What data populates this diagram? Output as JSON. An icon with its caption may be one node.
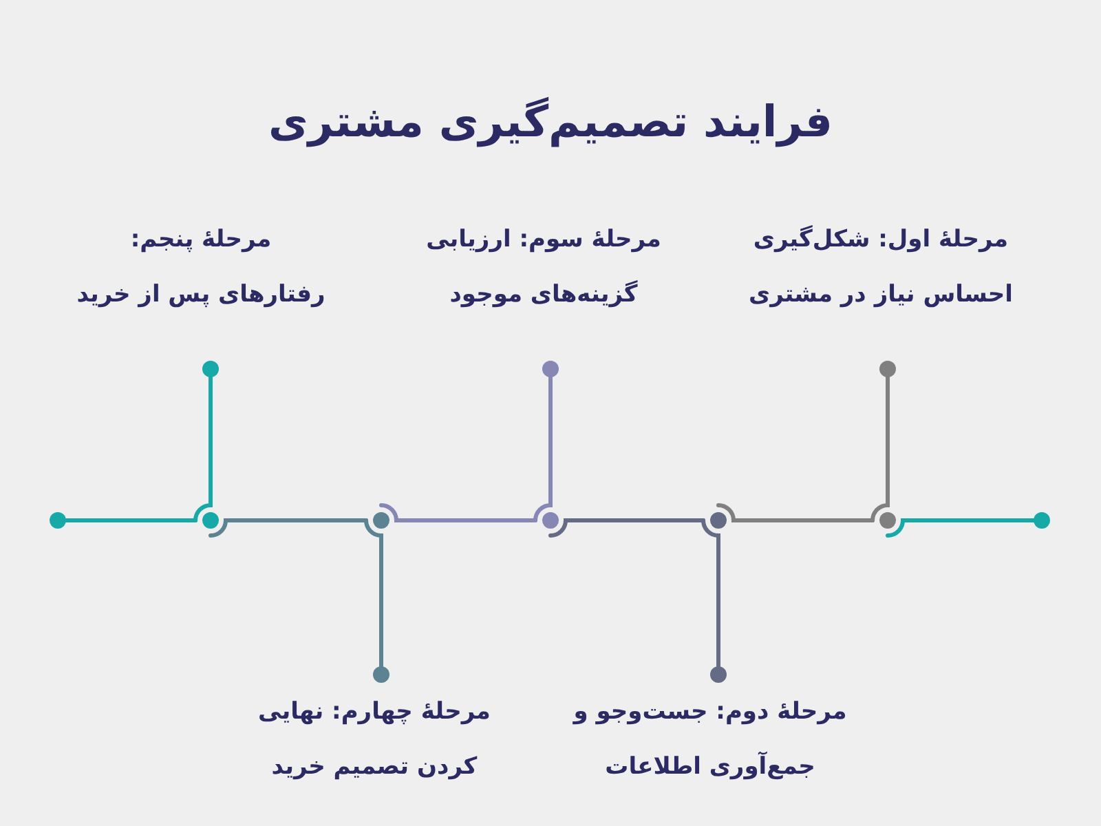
{
  "diagram": {
    "title": "فرایند تصمیم‌گیری مشتری",
    "nodes": [
      {
        "text": [],
        "shape": "circle",
        "beside": [
          "مرحلهٔ اول: شکل‌گیری احساس نیاز در مشتری"
        ]
      },
      {
        "text": [],
        "shape": "circle",
        "beside": [
          "مرحلهٔ سوم: ارزیابی گزینه‌های موجود"
        ]
      },
      {
        "text": [],
        "shape": "circle",
        "beside": [
          "مرحلهٔ پنجم: رفتارهای پس از خرید"
        ]
      },
      {
        "text": [],
        "shape": "circle"
      },
      {
        "text": [],
        "shape": "circle"
      },
      {
        "text": [],
        "shape": "circle"
      },
      {
        "text": [],
        "shape": "circle"
      },
      {
        "text": [],
        "shape": "circle"
      },
      {
        "text": [],
        "shape": "circle"
      },
      {
        "text": [],
        "shape": "circle"
      },
      {
        "text": [],
        "shape": "circle",
        "beside": [
          "مرحلهٔ دوم: جست‌وجو و جمع‌آوری اطلاعات"
        ]
      },
      {
        "text": [],
        "shape": "circle",
        "beside": [
          "مرحلهٔ چهارم: نهایی کردن تصمیم خرید"
        ]
      }
    ],
    "edges": [
      {
        "from": 3,
        "to": 4,
        "arrow": "none"
      },
      {
        "from": 0,
        "to": 4,
        "arrow": "none",
        "color": "#808080"
      },
      {
        "from": 4,
        "to": 5,
        "arrow": "none",
        "color": "#808080"
      },
      {
        "from": 10,
        "to": 5,
        "arrow": "none",
        "color": "#656b84"
      },
      {
        "from": 5,
        "to": 6,
        "arrow": "none",
        "color": "#656b84"
      },
      {
        "from": 1,
        "to": 6,
        "arrow": "none",
        "color": "#8687b4"
      },
      {
        "from": 6,
        "to": 7,
        "arrow": "none",
        "color": "#8687b4"
      },
      {
        "from": 11,
        "to": 7,
        "arrow": "none",
        "color": "#5b8391"
      },
      {
        "from": 7,
        "to": 8,
        "arrow": "none",
        "color": "#5b8391"
      },
      {
        "from": 2,
        "to": 8,
        "arrow": "none"
      },
      {
        "from": 8,
        "to": 9,
        "arrow": "none"
      }
    ]
  }
}
